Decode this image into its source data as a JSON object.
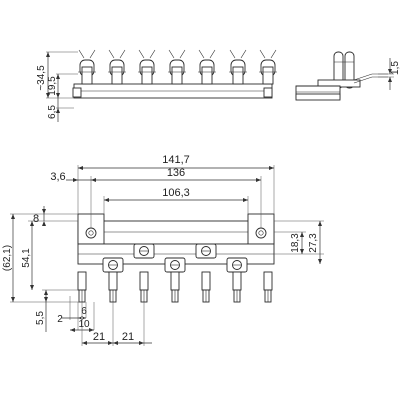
{
  "dimensions": {
    "top_view": {
      "overall_height": "~34,5",
      "body_height": "19,5",
      "base": "6,5"
    },
    "side_view": {
      "thickness": "1,5"
    },
    "front_view": {
      "overall_width": "141,7",
      "end_offset": "3,6",
      "hole_spacing": "136",
      "inner_width": "106,3",
      "top_offset": "8",
      "overall_height": "(62,1)",
      "main_height": "54,1",
      "tab_height": "18,3",
      "body_height": "27,3",
      "small_step": "5,5",
      "gap": "2",
      "pin_pitch": "6",
      "pin_span": "10",
      "pitch_a": "21",
      "pitch_b": "21"
    }
  }
}
